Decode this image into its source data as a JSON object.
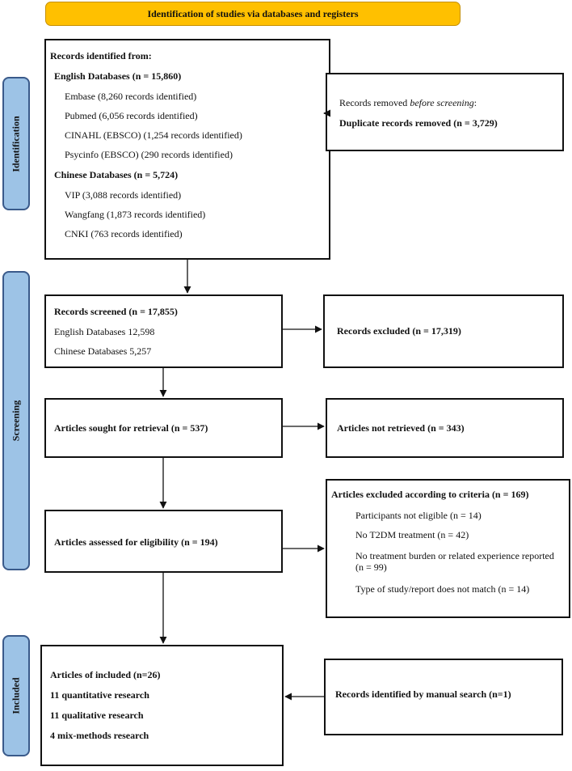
{
  "header": {
    "title": "Identification of studies via databases and registers"
  },
  "phases": {
    "identification": "Identification",
    "screening": "Screening",
    "included": "Included"
  },
  "identified": {
    "heading": "Records identified from:",
    "english_heading": "English Databases (n = 15,860)",
    "english_items": [
      "Embase (8,260 records identified)",
      "Pubmed (6,056 records identified)",
      "CINAHL (EBSCO) (1,254 records identified)",
      "Psycinfo (EBSCO) (290 records identified)"
    ],
    "chinese_heading": "Chinese Databases (n = 5,724)",
    "chinese_items": [
      "VIP (3,088 records identified)",
      "Wangfang (1,873 records identified)",
      "CNKI (763 records identified)"
    ]
  },
  "removed": {
    "line1_prefix": "Records removed ",
    "line1_italic": "before screening",
    "line1_suffix": ":",
    "line2": "Duplicate records removed (n = 3,729)"
  },
  "screened": {
    "heading": "Records screened (n = 17,855)",
    "items": [
      "English Databases 12,598",
      "Chinese Databases 5,257"
    ]
  },
  "excluded": {
    "label": "Records excluded (n = 17,319)"
  },
  "sought": {
    "label": "Articles sought for retrieval (n = 537)"
  },
  "not_retrieved": {
    "label": "Articles not retrieved (n = 343)"
  },
  "assessed": {
    "label": "Articles assessed for eligibility (n = 194)"
  },
  "criteria": {
    "heading": "Articles excluded according to criteria (n = 169)",
    "items": [
      "Participants not eligible (n = 14)",
      "No T2DM treatment (n = 42)",
      "No treatment burden or related experience reported",
      "(n = 99)",
      "Type of study/report does not match (n = 14)"
    ]
  },
  "included": {
    "heading": "Articles of included (n=26)",
    "items": [
      "11 quantitative research",
      "11 qualitative research",
      "4 mix-methods research"
    ]
  },
  "manual": {
    "label": "Records identified by manual search (n=1)"
  }
}
